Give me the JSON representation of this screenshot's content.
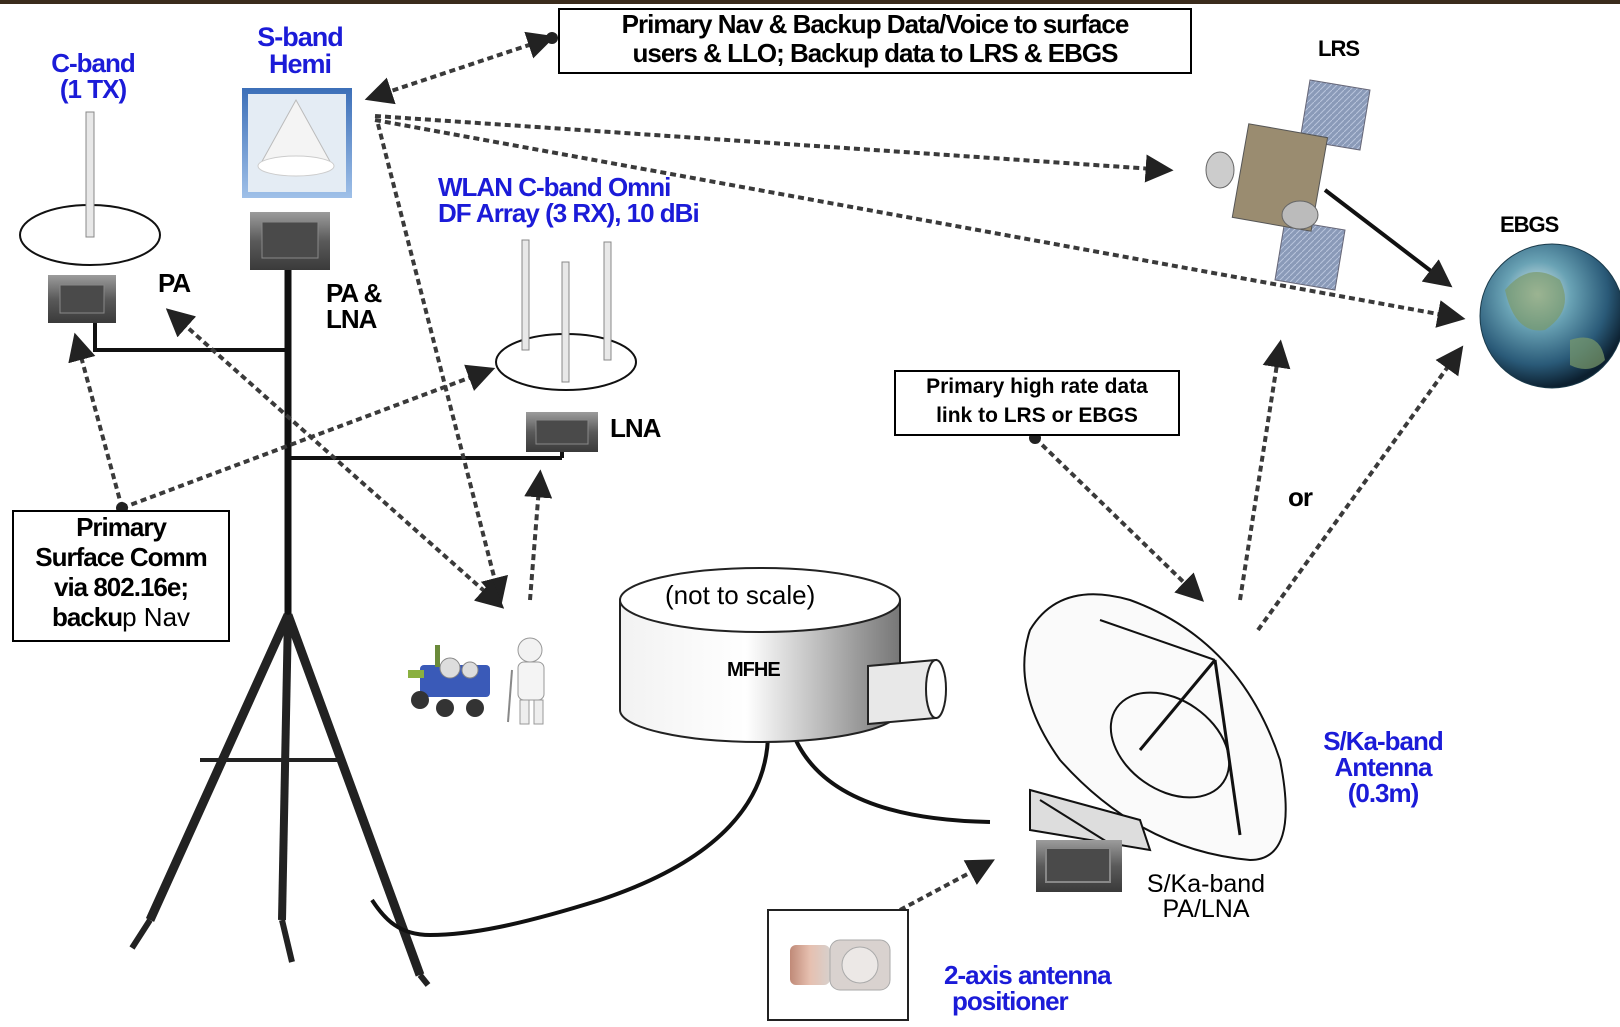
{
  "labels": {
    "c_band": [
      "C-band",
      "(1 TX)"
    ],
    "s_band": [
      "S-band",
      "Hemi"
    ],
    "wlan": [
      "WLAN C-band Omni",
      "DF Array (3 RX), 10 dBi"
    ],
    "pa": "PA",
    "pa_lna": [
      "PA &",
      "LNA"
    ],
    "lna": "LNA",
    "lrs": "LRS",
    "ebgs": "EBGS",
    "or": "or",
    "mfhe": "MFHE",
    "not_to_scale": "(not to scale)",
    "ska_antenna": [
      "S/Ka-band",
      "Antenna",
      "(0.3m)"
    ],
    "ska_pa_lna": [
      "S/Ka-band",
      "PA/LNA"
    ],
    "positioner": [
      "2-axis antenna",
      "positioner"
    ]
  },
  "boxes": {
    "primary_nav": [
      "Primary Nav & Backup Data/Voice to surface",
      "users & LLO; Backup data to LRS & EBGS"
    ],
    "high_rate": [
      "Primary high rate data",
      "link to LRS or EBGS"
    ],
    "surface_comm": {
      "lines": [
        "Primary",
        "Surface Comm",
        "via 802.16e;"
      ],
      "last_bold": "backu",
      "last_plain": "p Nav"
    }
  },
  "colors": {
    "label_blue": "#1b1bd8",
    "top_bar": "#3a2b1c",
    "dashed_line": "#3a3a3a",
    "earth_ocean": "#2a6a8a"
  }
}
